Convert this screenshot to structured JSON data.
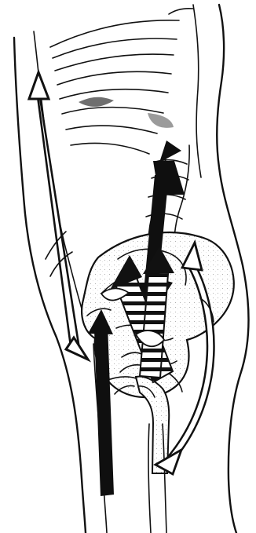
{
  "figure": {
    "image_alt": "",
    "colors": {
      "ink": "#111111",
      "shade": "#d7d7d7",
      "paper": "#ffffff"
    },
    "elements": {
      "torso_outline": "line-art",
      "rib_cage": "line-art",
      "spine": "line-art",
      "pelvis": "line-art",
      "femur": "line-art",
      "arrows": [
        "white-double-arrow-left",
        "black-arrow-center",
        "black-arrow-lower-left",
        "striped-arrow-1",
        "striped-arrow-2",
        "white-double-arrow-right"
      ]
    }
  }
}
